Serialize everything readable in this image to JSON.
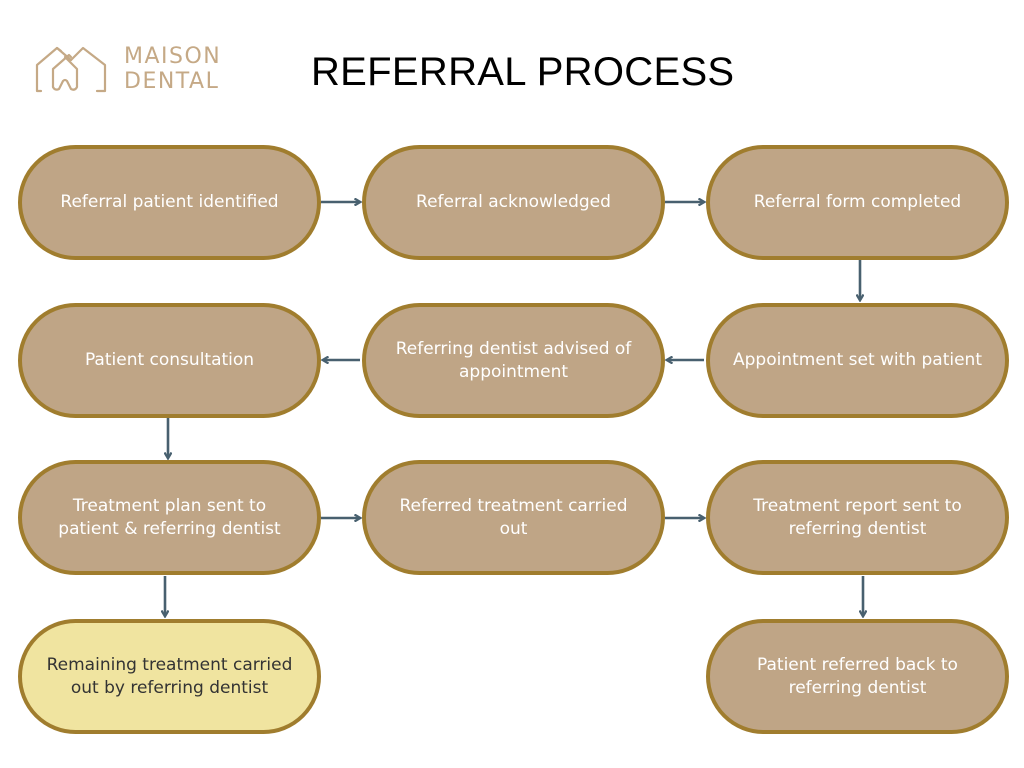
{
  "brand": {
    "name_line1": "MAISON",
    "name_line2": "DENTAL",
    "logo_icon": "house-tooth-icon",
    "color": "#c5a986"
  },
  "title": "REFERRAL PROCESS",
  "colors": {
    "node_fill": "#bfa586",
    "node_border": "#a07d2e",
    "node_text": "#ffffff",
    "highlight_fill": "#f0e4a0",
    "highlight_text": "#333333",
    "arrow": "#48606f"
  },
  "nodes": [
    {
      "id": "n1",
      "label": "Referral patient identified"
    },
    {
      "id": "n2",
      "label": "Referral acknowledged"
    },
    {
      "id": "n3",
      "label": "Referral form completed"
    },
    {
      "id": "n4",
      "label": "Appointment set with patient"
    },
    {
      "id": "n5",
      "label": "Referring dentist advised of appointment"
    },
    {
      "id": "n6",
      "label": "Patient consultation"
    },
    {
      "id": "n7",
      "label": "Treatment plan sent to patient & referring dentist"
    },
    {
      "id": "n8",
      "label": "Referred treatment carried out"
    },
    {
      "id": "n9",
      "label": "Treatment report sent to referring dentist"
    },
    {
      "id": "n10",
      "label": "Remaining treatment carried out by referring dentist",
      "highlighted": true
    },
    {
      "id": "n11",
      "label": "Patient referred back to referring dentist"
    }
  ],
  "edges": [
    {
      "from": "n1",
      "to": "n2"
    },
    {
      "from": "n2",
      "to": "n3"
    },
    {
      "from": "n3",
      "to": "n4"
    },
    {
      "from": "n4",
      "to": "n5"
    },
    {
      "from": "n5",
      "to": "n6"
    },
    {
      "from": "n6",
      "to": "n7"
    },
    {
      "from": "n7",
      "to": "n8"
    },
    {
      "from": "n8",
      "to": "n9"
    },
    {
      "from": "n7",
      "to": "n10"
    },
    {
      "from": "n9",
      "to": "n11"
    }
  ]
}
